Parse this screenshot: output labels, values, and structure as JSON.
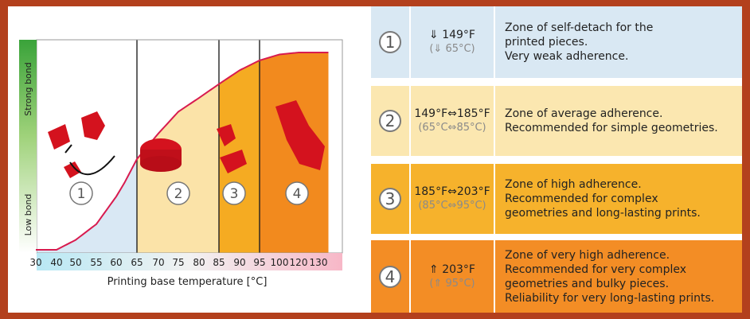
{
  "chart_data": {
    "type": "area",
    "xlabel": "Printing base temperature [°C]",
    "categories": [
      "30",
      "40",
      "50",
      "55",
      "60",
      "65",
      "70",
      "75",
      "80",
      "85",
      "90",
      "95",
      "100",
      "120",
      "130"
    ],
    "y_low_label": "Low bond",
    "y_high_label": "Strong bond",
    "curve_x": [
      30,
      40,
      50,
      55,
      60,
      62,
      65,
      70,
      75,
      80,
      85,
      90,
      95,
      100,
      120,
      135
    ],
    "curve_y": [
      0.0,
      0.0,
      0.05,
      0.13,
      0.27,
      0.34,
      0.46,
      0.59,
      0.7,
      0.77,
      0.84,
      0.91,
      0.96,
      0.99,
      1.0,
      1.0
    ],
    "zones": [
      {
        "label": "1",
        "from": 30,
        "to": 65,
        "color": "#cfe2f1"
      },
      {
        "label": "2",
        "from": 65,
        "to": 85,
        "color": "#fbe3a8"
      },
      {
        "label": "3",
        "from": 85,
        "to": 95,
        "color": "#f5ab22"
      },
      {
        "label": "4",
        "from": 95,
        "to": 135,
        "color": "#f28a1e"
      }
    ],
    "curve_color": "#d81b4f"
  },
  "colors": {
    "border": "#b3401d",
    "row1": "#d9e8f3",
    "row2": "#fbe7b0",
    "row3": "#f6b22c",
    "row4": "#f38d25"
  },
  "rows": [
    {
      "num": "1",
      "temp_f": "⇓ 149°F",
      "temp_c": "(⇓ 65°C)",
      "desc": [
        "Zone of self-detach for the",
        "printed pieces.",
        "Very weak adherence."
      ]
    },
    {
      "num": "2",
      "temp_f": "149°F⇔185°F",
      "temp_c": "(65°C⇔85°C)",
      "desc": [
        "Zone of average adherence.",
        "Recommended for simple geometries."
      ]
    },
    {
      "num": "3",
      "temp_f": "185°F⇔203°F",
      "temp_c": "(85°C⇔95°C)",
      "desc": [
        "Zone of high adherence.",
        "Recommended for complex",
        "geometries and long-lasting prints."
      ]
    },
    {
      "num": "4",
      "temp_f": "⇑ 203°F",
      "temp_c": "(⇑ 95°C)",
      "desc": [
        "Zone of very high adherence.",
        "Recommended for very complex",
        "geometries and bulky pieces.",
        "Reliability for very long-lasting prints."
      ]
    }
  ]
}
